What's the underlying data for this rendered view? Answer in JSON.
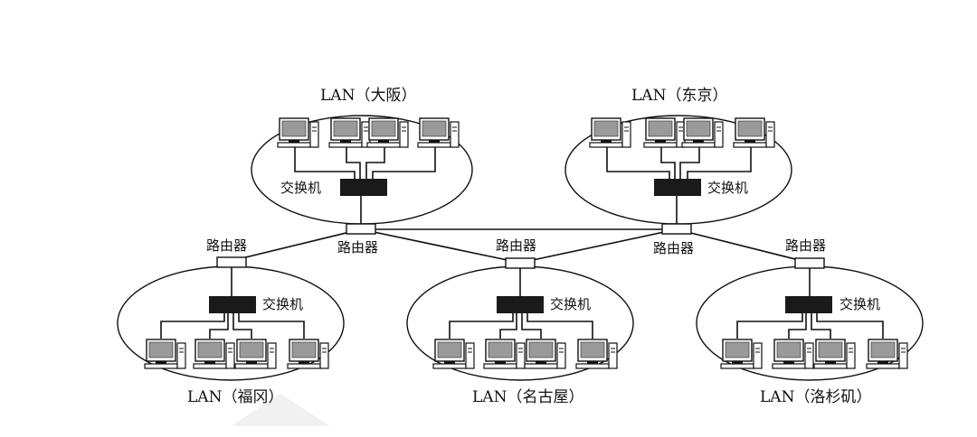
{
  "labels": {
    "switch": "交换机",
    "router": "路由器"
  },
  "lans": [
    {
      "label": "LAN（大阪）"
    },
    {
      "label": "LAN（东京）"
    },
    {
      "label": "LAN（福冈）"
    },
    {
      "label": "LAN（名古屋）"
    },
    {
      "label": "LAN（洛杉矶）"
    }
  ],
  "colors": {
    "line": "#111111",
    "switch_fill": "#1a1a1a",
    "screen": "#9a9a9a",
    "background": "#ffffff"
  }
}
